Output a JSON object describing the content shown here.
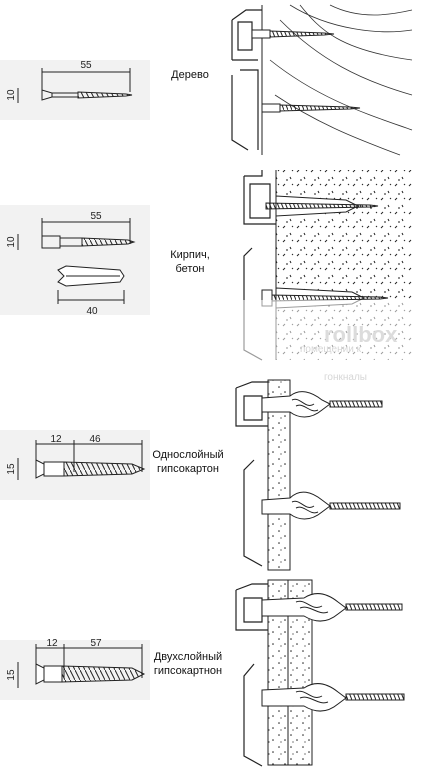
{
  "sections": [
    {
      "label_lines": [
        "Дерево"
      ],
      "dims": {
        "length": "55",
        "diameter": "10"
      }
    },
    {
      "label_lines": [
        "Кирпич,",
        "бетон"
      ],
      "dims": {
        "length": "55",
        "diameter": "10",
        "plug_length": "40"
      }
    },
    {
      "label_lines": [
        "Однослойный",
        "гипсокартон"
      ],
      "dims": {
        "head": "12",
        "length": "46",
        "diameter": "15"
      }
    },
    {
      "label_lines": [
        "Двухслойный",
        "гипсокартнон"
      ],
      "dims": {
        "head": "12",
        "length": "57",
        "diameter": "15"
      }
    }
  ],
  "watermark_fragments": [
    "rollbox",
    "помещении к",
    "гонкналы"
  ],
  "colors": {
    "line": "#222222",
    "wall": "#ffffff",
    "background": "#ffffff",
    "shade": "#eeeeee"
  }
}
